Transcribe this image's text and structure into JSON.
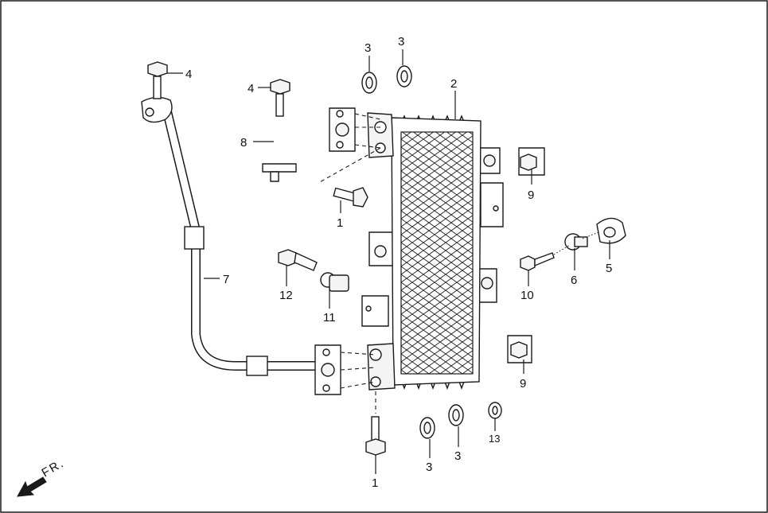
{
  "callouts": {
    "c1_top": "1",
    "c1_bottom": "1",
    "c2": "2",
    "c3_a": "3",
    "c3_b": "3",
    "c3_c": "3",
    "c3_d": "3",
    "c4_a": "4",
    "c4_b": "4",
    "c5": "5",
    "c6": "6",
    "c7": "7",
    "c8": "8",
    "c9_top": "9",
    "c9_bottom": "9",
    "c10": "10",
    "c11": "11",
    "c12": "12",
    "c13": "13"
  },
  "direction_label": "FR.",
  "icons": {
    "direction": "arrow-front-left-icon"
  },
  "colors": {
    "line": "#1a1a1a",
    "background": "#ffffff"
  }
}
